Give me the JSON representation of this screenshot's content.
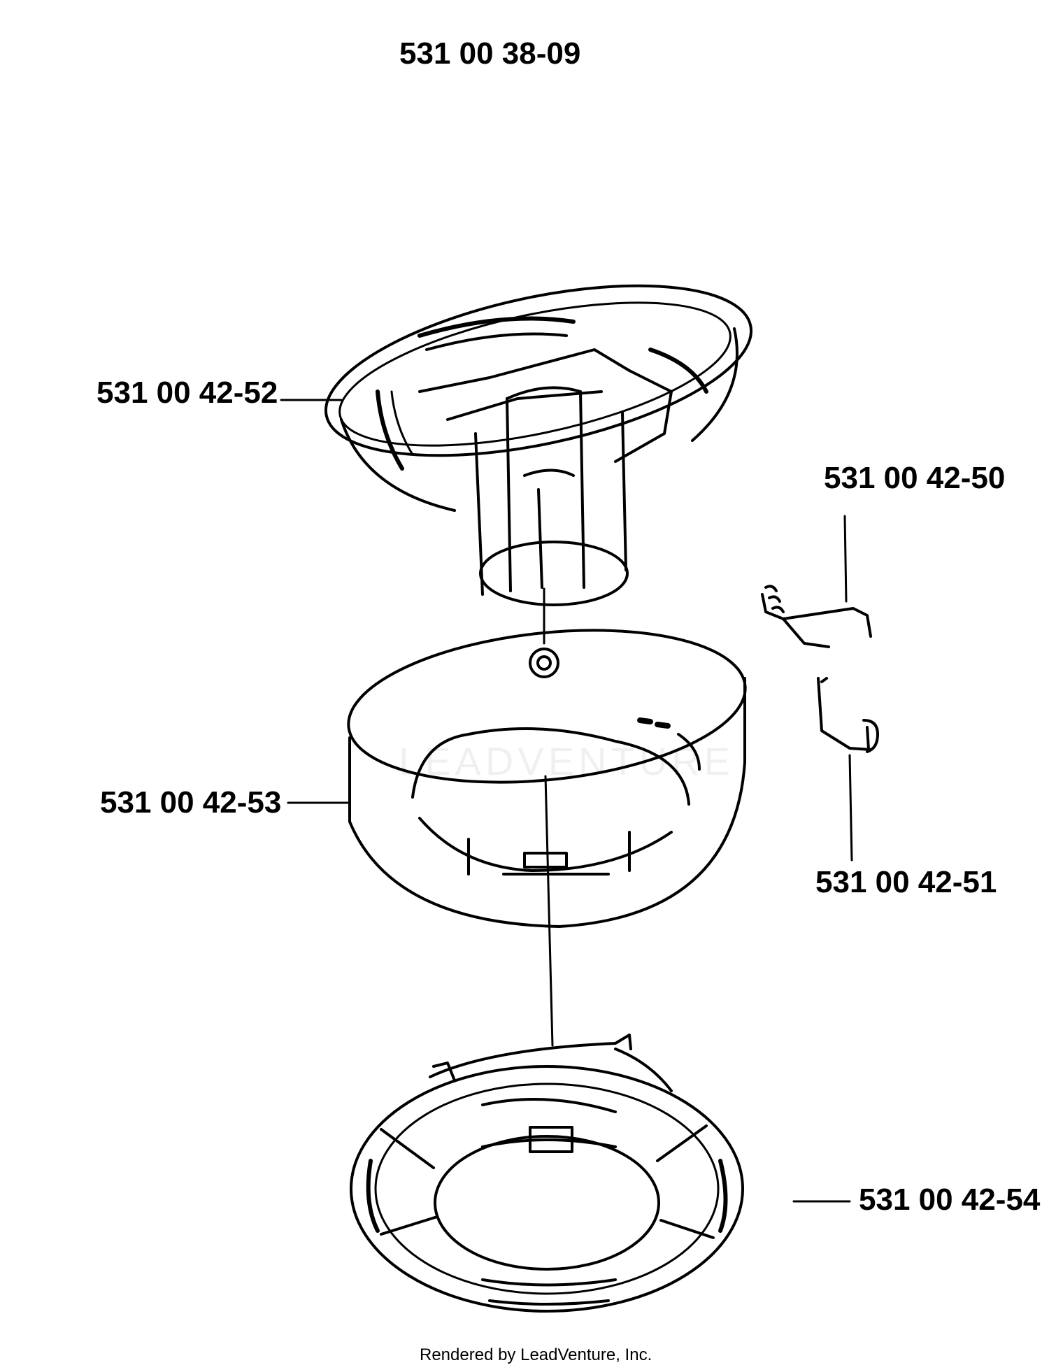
{
  "assembly_number": "531 00 38-09",
  "parts": [
    {
      "id": "p52",
      "label": "531 00 42-52"
    },
    {
      "id": "p50",
      "label": "531 00 42-50"
    },
    {
      "id": "p53",
      "label": "531 00 42-53"
    },
    {
      "id": "p51",
      "label": "531 00 42-51"
    },
    {
      "id": "p54",
      "label": "531 00 42-54"
    }
  ],
  "watermark_text": "LEADVENTURE",
  "footer_credit": "Rendered by LeadVenture, Inc."
}
